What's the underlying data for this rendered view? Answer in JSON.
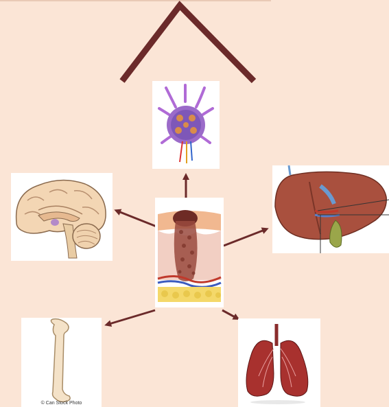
{
  "colors": {
    "background": "#fbe5d6",
    "roof": "#6b2a2a",
    "arrow": "#6b2a2a"
  },
  "images": {
    "center": "melanoma-skin-cross-section",
    "top": "lymph-node",
    "left": "brain-sagittal",
    "right": "liver-with-gallbladder",
    "bottom_left": "femur-bone",
    "bottom_right": "lungs"
  },
  "credits": {
    "bone": "© Can Stock Photo"
  }
}
